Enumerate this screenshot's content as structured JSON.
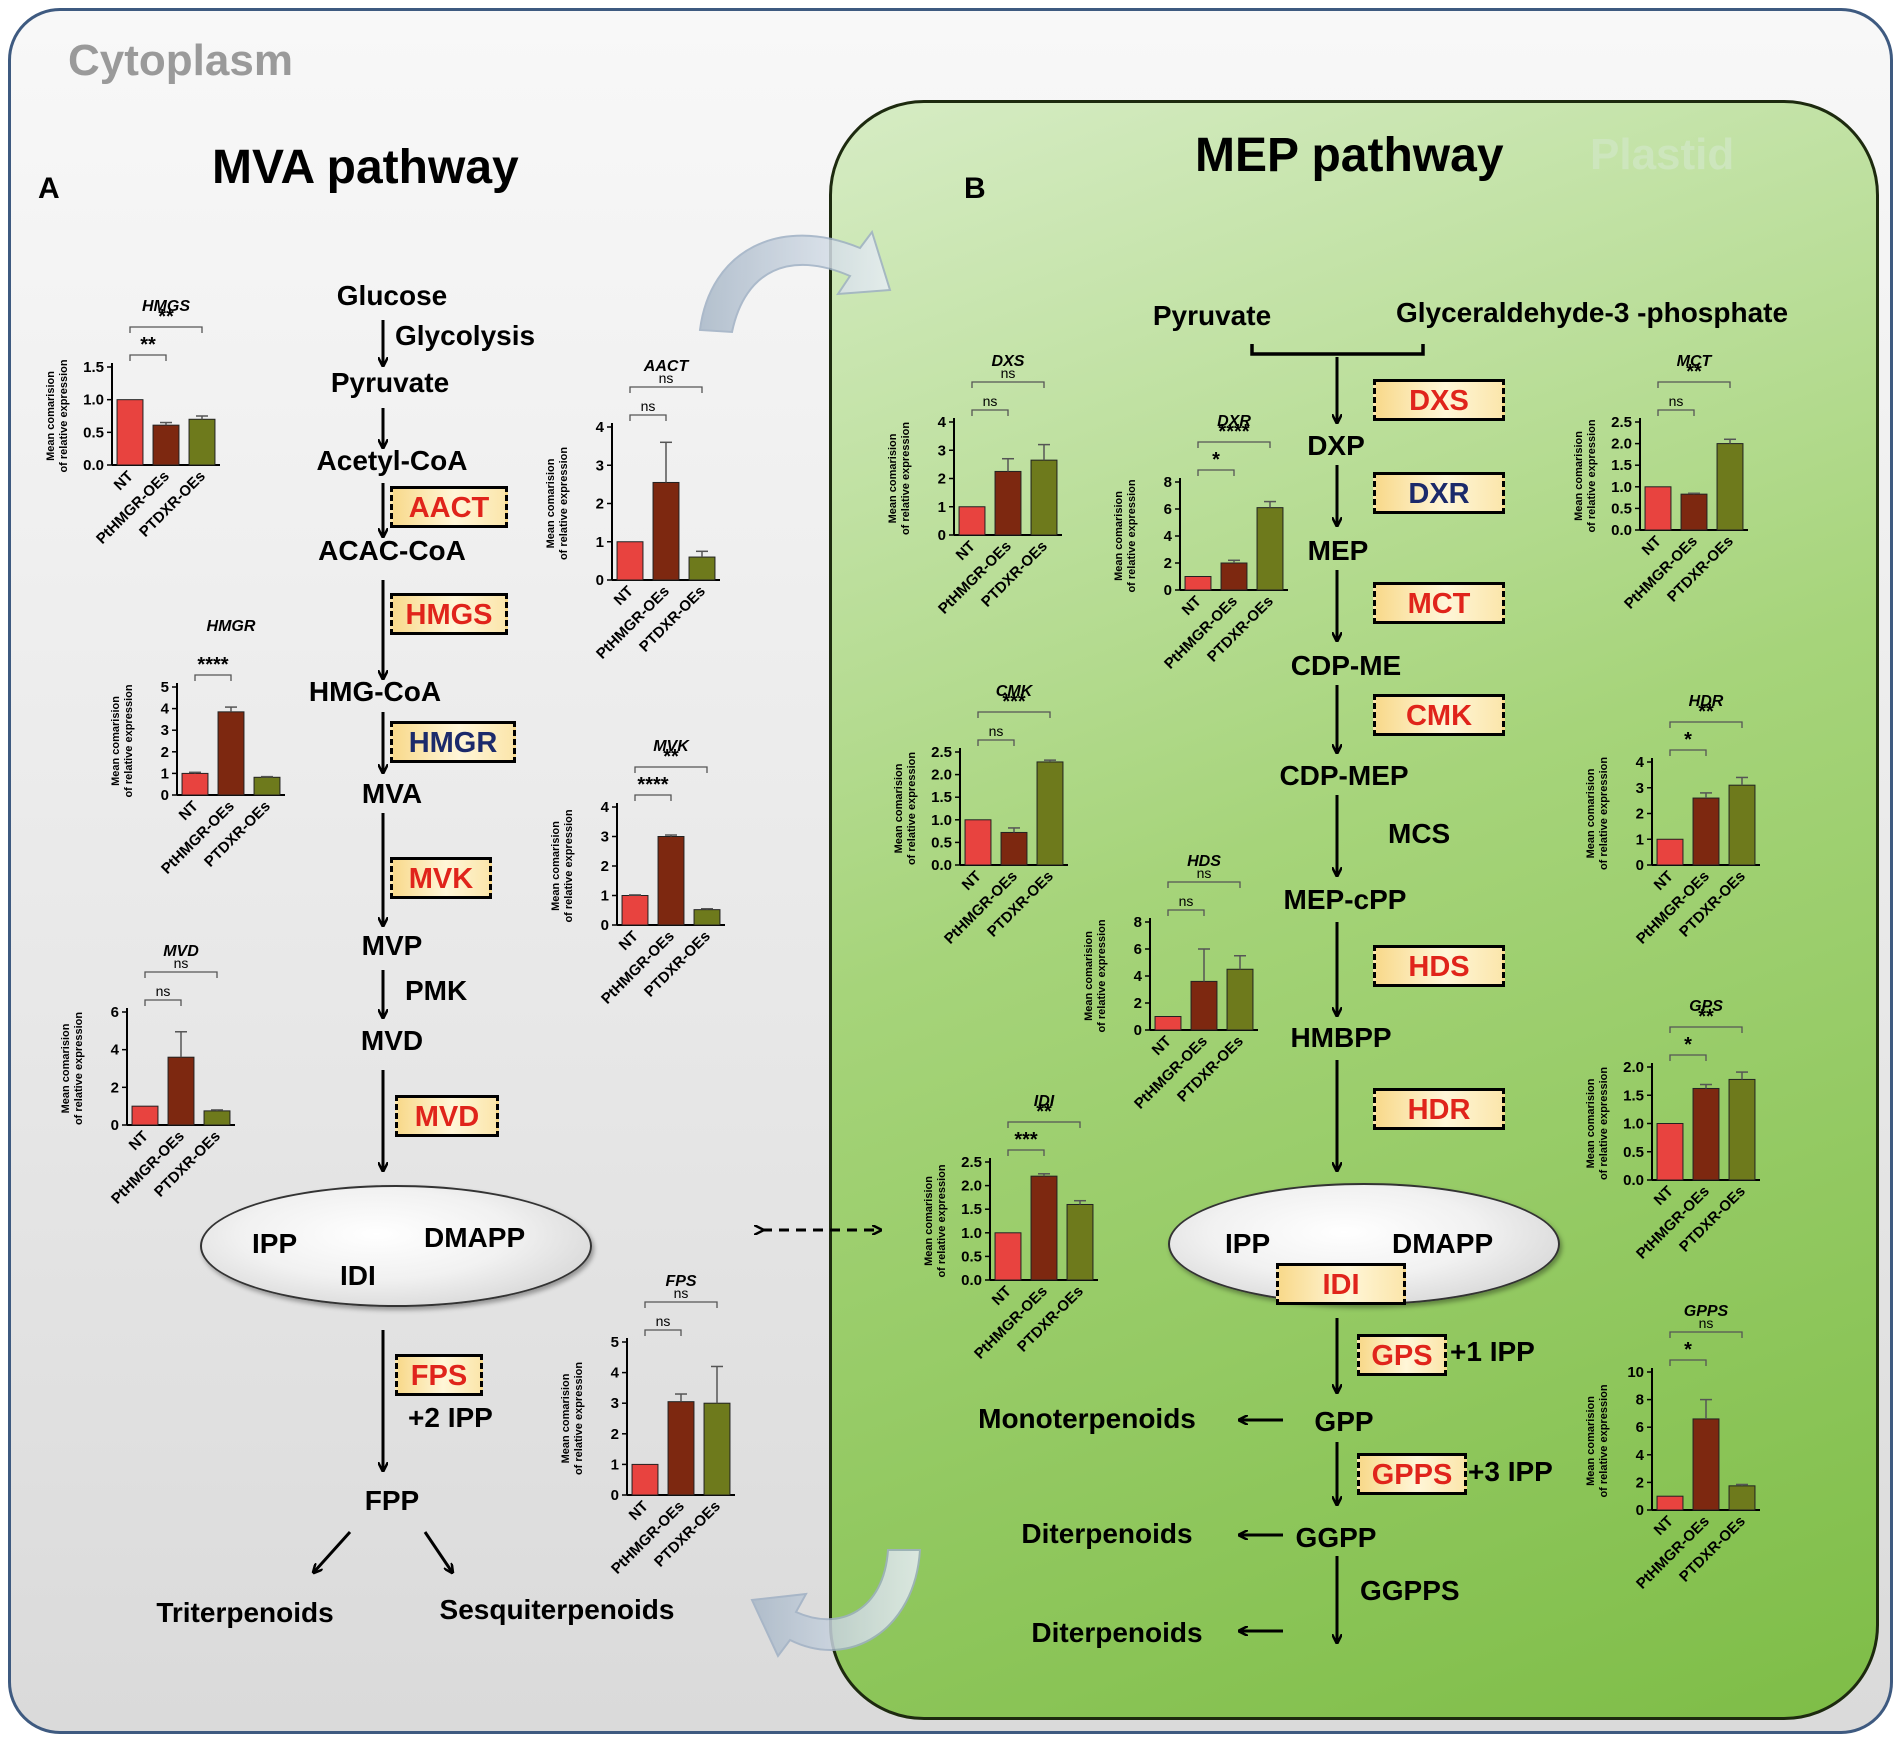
{
  "labels": {
    "cytoplasm": "Cytoplasm",
    "plastid": "Plastid",
    "panel_a": "A",
    "panel_b": "B",
    "mva_title": "MVA pathway",
    "mep_title": "MEP pathway"
  },
  "mva": {
    "glucose": "Glucose",
    "glycolysis": "Glycolysis",
    "pyruvate": "Pyruvate",
    "acetyl_coa": "Acetyl-CoA",
    "aact": "AACT",
    "acac_coa": "ACAC-CoA",
    "hmgs": "HMGS",
    "hmg_coa": "HMG-CoA",
    "hmgr": "HMGR",
    "mva": "MVA",
    "mvk": "MVK",
    "mvp": "MVP",
    "pmk": "PMK",
    "mvd_metab": "MVD",
    "mvd_enz": "MVD",
    "ipp": "IPP",
    "dmapp": "DMAPP",
    "idi": "IDI",
    "fps": "FPS",
    "plus_ipp": "+2 IPP",
    "fpp": "FPP",
    "triterpenoids": "Triterpenoids",
    "sesquiterpenoids": "Sesquiterpenoids"
  },
  "mep": {
    "pyruvate": "Pyruvate",
    "g3p": "Glyceraldehyde-3 -phosphate",
    "dxs": "DXS",
    "dxp": "DXP",
    "dxr": "DXR",
    "mep": "MEP",
    "mct": "MCT",
    "cdp_me": "CDP-ME",
    "cmk": "CMK",
    "cdp_mep": "CDP-MEP",
    "mcs": "MCS",
    "mep_cpp": "MEP-cPP",
    "hds": "HDS",
    "hmbpp": "HMBPP",
    "hdr": "HDR",
    "ipp": "IPP",
    "dmapp": "DMAPP",
    "idi": "IDI",
    "gps": "GPS",
    "plus1": "+1 IPP",
    "monoterpenoids": "Monoterpenoids",
    "gpp": "GPP",
    "gpps": "GPPS",
    "plus3": "+3 IPP",
    "diterpenoids1": "Diterpenoids",
    "ggpp": "GGPP",
    "ggpps": "GGPPS",
    "diterpenoids2": "Diterpenoids"
  },
  "colors": {
    "nt": "#e8433f",
    "pthmgr": "#7d2810",
    "ptdxr": "#6e7a1c",
    "enzyme_red": "#e0241b",
    "enzyme_navy": "#1b2a6b",
    "cytoplasm_label": "#9a9a9a",
    "plastid_label": "#cde6bd"
  },
  "chart_data": [
    {
      "id": "HMGS",
      "type": "bar",
      "title": "HMGS",
      "ylabel": "Mean comarision of relative expression",
      "categories": [
        "NT",
        "PtHMGR-OEs",
        "PTDXR-OEs"
      ],
      "values": [
        1.0,
        0.61,
        0.7
      ],
      "errors": [
        0,
        0.04,
        0.05
      ],
      "yticks": [
        "0.0",
        "0.5",
        "1.0",
        "1.5"
      ],
      "ylim": [
        0,
        1.5
      ],
      "sig": [
        {
          "from": 0,
          "to": 1,
          "label": "**"
        },
        {
          "from": 0,
          "to": 2,
          "label": "**"
        }
      ]
    },
    {
      "id": "AACT",
      "type": "bar",
      "title": "AACT",
      "ylabel": "Mean comarision of relative expression",
      "categories": [
        "NT",
        "PtHMGR-OEs",
        "PTDXR-OEs"
      ],
      "values": [
        1.0,
        2.55,
        0.6
      ],
      "errors": [
        0,
        1.05,
        0.15
      ],
      "yticks": [
        "0",
        "1",
        "2",
        "3",
        "4"
      ],
      "ylim": [
        0,
        4
      ],
      "sig": [
        {
          "from": 0,
          "to": 1,
          "label": "ns"
        },
        {
          "from": 0,
          "to": 2,
          "label": "ns"
        }
      ]
    },
    {
      "id": "HMGR",
      "type": "bar",
      "title": "HMGR",
      "ylabel": "Mean comarision of relative expression",
      "categories": [
        "NT",
        "PtHMGR-OEs",
        "PTDXR-OEs"
      ],
      "values": [
        1.0,
        3.85,
        0.82
      ],
      "errors": [
        0.05,
        0.22,
        0.03
      ],
      "yticks": [
        "0",
        "1",
        "2",
        "3",
        "4",
        "5"
      ],
      "ylim": [
        0,
        5
      ],
      "sig": [
        {
          "from": 0,
          "to": 1,
          "label": "****"
        }
      ]
    },
    {
      "id": "MVK",
      "type": "bar",
      "title": "MVK",
      "ylabel": "Mean comarision of relative expression",
      "categories": [
        "NT",
        "PtHMGR-OEs",
        "PTDXR-OEs"
      ],
      "values": [
        1.0,
        3.0,
        0.52
      ],
      "errors": [
        0.02,
        0.05,
        0.03
      ],
      "yticks": [
        "0",
        "1",
        "2",
        "3",
        "4"
      ],
      "ylim": [
        0,
        4
      ],
      "sig": [
        {
          "from": 0,
          "to": 1,
          "label": "****"
        },
        {
          "from": 0,
          "to": 2,
          "label": "**"
        }
      ]
    },
    {
      "id": "MVD",
      "type": "bar",
      "title": "MVD",
      "ylabel": "Mean comarision of relative expression",
      "categories": [
        "NT",
        "PtHMGR-OEs",
        "PTDXR-OEs"
      ],
      "values": [
        1.0,
        3.6,
        0.75
      ],
      "errors": [
        0,
        1.35,
        0.05
      ],
      "yticks": [
        "0",
        "2",
        "4",
        "6"
      ],
      "ylim": [
        0,
        6
      ],
      "sig": [
        {
          "from": 0,
          "to": 1,
          "label": "ns"
        },
        {
          "from": 0,
          "to": 2,
          "label": "ns"
        }
      ]
    },
    {
      "id": "FPS",
      "type": "bar",
      "title": "FPS",
      "ylabel": "Mean comarision of relative expression",
      "categories": [
        "NT",
        "PtHMGR-OEs",
        "PTDXR-OEs"
      ],
      "values": [
        1.0,
        3.05,
        3.0
      ],
      "errors": [
        0,
        0.25,
        1.2
      ],
      "yticks": [
        "0",
        "1",
        "2",
        "3",
        "4",
        "5"
      ],
      "ylim": [
        0,
        5
      ],
      "sig": [
        {
          "from": 0,
          "to": 1,
          "label": "ns"
        },
        {
          "from": 0,
          "to": 2,
          "label": "ns"
        }
      ]
    },
    {
      "id": "DXS",
      "type": "bar",
      "title": "DXS",
      "ylabel": "Mean comarision of relative expression",
      "categories": [
        "NT",
        "PtHMGR-OEs",
        "PTDXR-OEs"
      ],
      "values": [
        1.0,
        2.25,
        2.65
      ],
      "errors": [
        0,
        0.45,
        0.55
      ],
      "yticks": [
        "0",
        "1",
        "2",
        "3",
        "4"
      ],
      "ylim": [
        0,
        4
      ],
      "sig": [
        {
          "from": 0,
          "to": 1,
          "label": "ns"
        },
        {
          "from": 0,
          "to": 2,
          "label": "ns"
        }
      ]
    },
    {
      "id": "DXR",
      "type": "bar",
      "title": "DXR",
      "ylabel": "Mean comarision of relative expression",
      "categories": [
        "NT",
        "PtHMGR-OEs",
        "PTDXR-OEs"
      ],
      "values": [
        1.0,
        2.0,
        6.1
      ],
      "errors": [
        0,
        0.2,
        0.45
      ],
      "yticks": [
        "0",
        "2",
        "4",
        "6",
        "8"
      ],
      "ylim": [
        0,
        8
      ],
      "sig": [
        {
          "from": 0,
          "to": 1,
          "label": "*"
        },
        {
          "from": 0,
          "to": 2,
          "label": "****"
        }
      ]
    },
    {
      "id": "MCT",
      "type": "bar",
      "title": "MCT",
      "ylabel": "Mean comarision of relative expression",
      "categories": [
        "NT",
        "PtHMGR-OEs",
        "PTDXR-OEs"
      ],
      "values": [
        1.0,
        0.83,
        2.0
      ],
      "errors": [
        0,
        0.02,
        0.1
      ],
      "yticks": [
        "0.0",
        "0.5",
        "1.0",
        "1.5",
        "2.0",
        "2.5"
      ],
      "ylim": [
        0,
        2.5
      ],
      "sig": [
        {
          "from": 0,
          "to": 1,
          "label": "ns"
        },
        {
          "from": 0,
          "to": 2,
          "label": "**"
        }
      ]
    },
    {
      "id": "CMK",
      "type": "bar",
      "title": "CMK",
      "ylabel": "Mean comarision of relative expression",
      "categories": [
        "NT",
        "PtHMGR-OEs",
        "PTDXR-OEs"
      ],
      "values": [
        1.0,
        0.72,
        2.28
      ],
      "errors": [
        0,
        0.1,
        0.04
      ],
      "yticks": [
        "0.0",
        "0.5",
        "1.0",
        "1.5",
        "2.0",
        "2.5"
      ],
      "ylim": [
        0,
        2.5
      ],
      "sig": [
        {
          "from": 0,
          "to": 1,
          "label": "ns"
        },
        {
          "from": 0,
          "to": 2,
          "label": "***"
        }
      ]
    },
    {
      "id": "HDR",
      "type": "bar",
      "title": "HDR",
      "ylabel": "Mean comarision of relative expression",
      "categories": [
        "NT",
        "PtHMGR-OEs",
        "PTDXR-OEs"
      ],
      "values": [
        1.0,
        2.6,
        3.1
      ],
      "errors": [
        0,
        0.2,
        0.3
      ],
      "yticks": [
        "0",
        "1",
        "2",
        "3",
        "4"
      ],
      "ylim": [
        0,
        4
      ],
      "sig": [
        {
          "from": 0,
          "to": 1,
          "label": "*"
        },
        {
          "from": 0,
          "to": 2,
          "label": "**"
        }
      ]
    },
    {
      "id": "HDS",
      "type": "bar",
      "title": "HDS",
      "ylabel": "Mean comarision of relative expression",
      "categories": [
        "NT",
        "PtHMGR-OEs",
        "PTDXR-OEs"
      ],
      "values": [
        1.0,
        3.6,
        4.5
      ],
      "errors": [
        0,
        2.4,
        1.0
      ],
      "yticks": [
        "0",
        "2",
        "4",
        "6",
        "8"
      ],
      "ylim": [
        0,
        8
      ],
      "sig": [
        {
          "from": 0,
          "to": 1,
          "label": "ns"
        },
        {
          "from": 0,
          "to": 2,
          "label": "ns"
        }
      ]
    },
    {
      "id": "GPS",
      "type": "bar",
      "title": "GPS",
      "ylabel": "Mean comarision of relative expression",
      "categories": [
        "NT",
        "PtHMGR-OEs",
        "PTDXR-OEs"
      ],
      "values": [
        1.0,
        1.62,
        1.78
      ],
      "errors": [
        0,
        0.07,
        0.13
      ],
      "yticks": [
        "0.0",
        "0.5",
        "1.0",
        "1.5",
        "2.0"
      ],
      "ylim": [
        0,
        2.0
      ],
      "sig": [
        {
          "from": 0,
          "to": 1,
          "label": "*"
        },
        {
          "from": 0,
          "to": 2,
          "label": "**"
        }
      ]
    },
    {
      "id": "IDI",
      "type": "bar",
      "title": "IDI",
      "ylabel": "Mean comarision of relative expression",
      "categories": [
        "NT",
        "PtHMGR-OEs",
        "PTDXR-OEs"
      ],
      "values": [
        1.0,
        2.2,
        1.6
      ],
      "errors": [
        0,
        0.05,
        0.08
      ],
      "yticks": [
        "0.0",
        "0.5",
        "1.0",
        "1.5",
        "2.0",
        "2.5"
      ],
      "ylim": [
        0,
        2.5
      ],
      "sig": [
        {
          "from": 0,
          "to": 1,
          "label": "***"
        },
        {
          "from": 0,
          "to": 2,
          "label": "**"
        }
      ]
    },
    {
      "id": "GPPS",
      "type": "bar",
      "title": "GPPS",
      "ylabel": "Mean comarision of relative expression",
      "categories": [
        "NT",
        "PtHMGR-OEs",
        "PTDXR-OEs"
      ],
      "values": [
        1.0,
        6.6,
        1.75
      ],
      "errors": [
        0,
        1.4,
        0.1
      ],
      "yticks": [
        "0",
        "2",
        "4",
        "6",
        "8",
        "10"
      ],
      "ylim": [
        0,
        10
      ],
      "sig": [
        {
          "from": 0,
          "to": 1,
          "label": "*"
        },
        {
          "from": 0,
          "to": 2,
          "label": "ns"
        }
      ]
    }
  ]
}
